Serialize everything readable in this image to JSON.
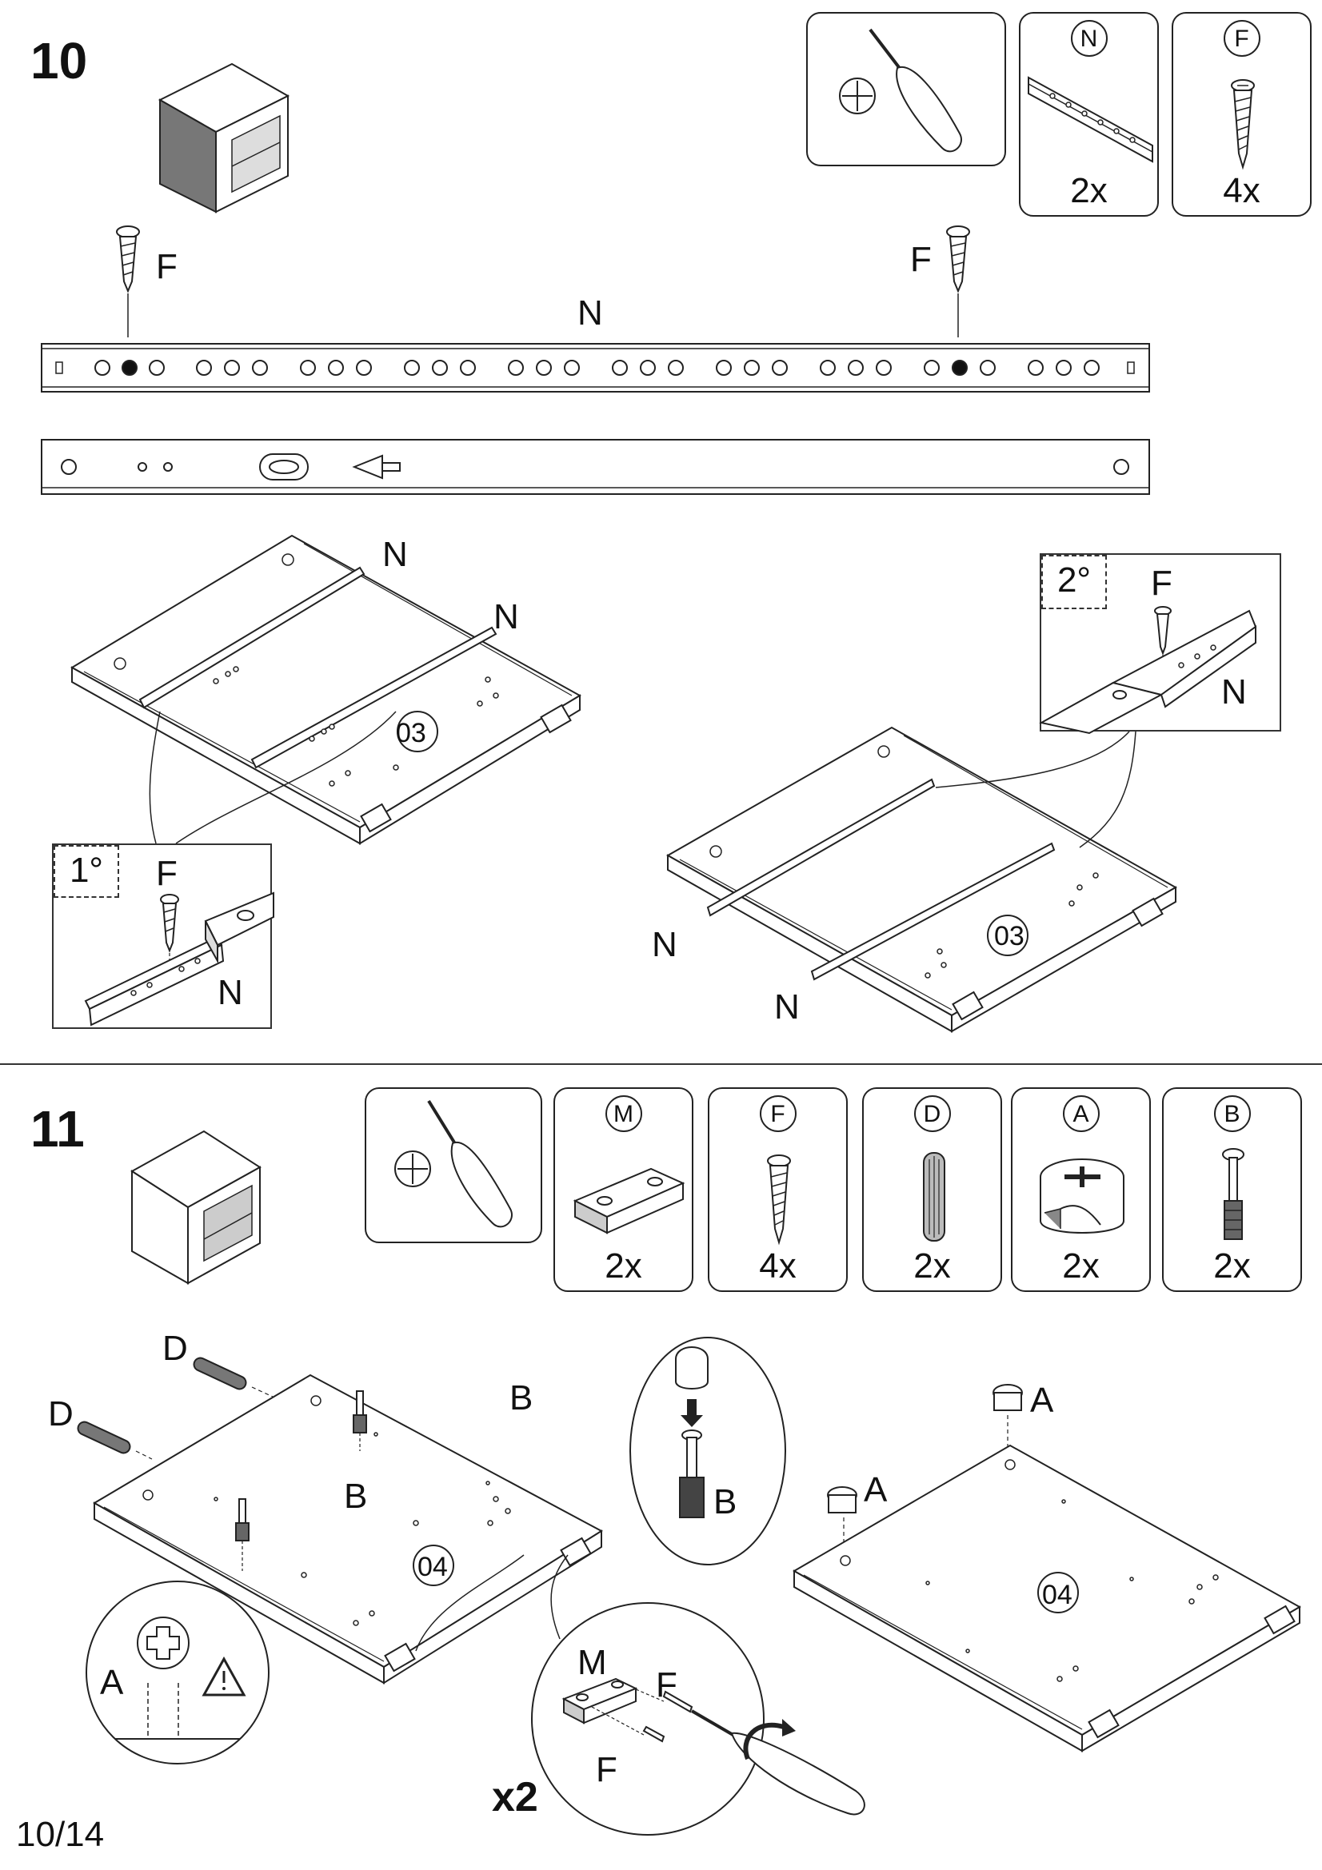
{
  "page": "10/14",
  "step10": {
    "number": "10",
    "tools": [
      {
        "tag": "N",
        "qty": "2x"
      },
      {
        "tag": "F",
        "qty": "4x"
      }
    ],
    "rail_labels": {
      "screw_left": "F",
      "screw_right": "F",
      "rail": "N"
    },
    "main_labels": {
      "n1": "N",
      "n2": "N",
      "n3": "N",
      "n4": "N",
      "panel1": "03",
      "panel2": "03"
    },
    "inset1": {
      "tag": "1°",
      "screw": "F",
      "rail": "N"
    },
    "inset2": {
      "tag": "2°",
      "screw": "F",
      "rail": "N"
    }
  },
  "step11": {
    "number": "11",
    "tools": [
      {
        "tag": "M",
        "qty": "2x"
      },
      {
        "tag": "F",
        "qty": "4x"
      },
      {
        "tag": "D",
        "qty": "2x"
      },
      {
        "tag": "A",
        "qty": "2x"
      },
      {
        "tag": "B",
        "qty": "2x"
      }
    ],
    "labels": {
      "d1": "D",
      "d2": "D",
      "b1": "B",
      "b2": "B",
      "panel1": "04",
      "b_detail": "B",
      "a1": "A",
      "a2": "A",
      "panel2": "04",
      "a_detail": "A",
      "m_detail": "M",
      "f_detail1": "F",
      "f_detail2": "F",
      "times": "x2"
    }
  },
  "colors": {
    "ink": "#222222",
    "panel_shade": "#888888"
  }
}
